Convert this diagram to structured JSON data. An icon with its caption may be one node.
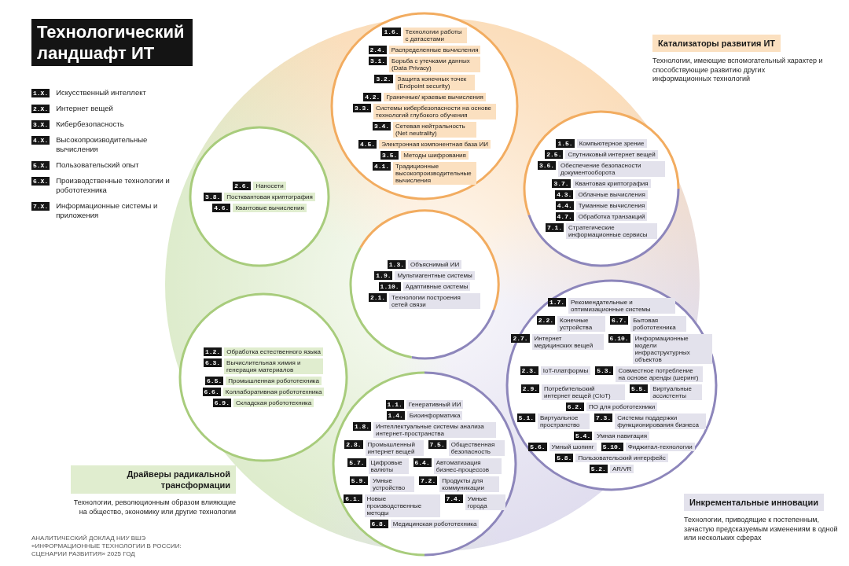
{
  "diagram": {
    "title": "Технологический ландшафт ИТ",
    "caption": "АНАЛИТИЧЕСКИЙ ДОКЛАД НИУ ВШЭ «ИНФОРМАЦИОННЫЕ ТЕХНОЛОГИИ В РОССИИ: СЦЕНАРИИ РАЗВИТИЯ» 2025 ГОД",
    "nodes": [
      {
        "text": [],
        "shape": "circle"
      },
      {
        "text": [
          "1.6.",
          "Технологии работы с датасетами"
        ],
        "in": 0
      },
      {
        "text": [
          "2.4.",
          "Распределенные вычисления"
        ],
        "in": 0
      },
      {
        "text": [
          "3.1.",
          "Борьба с утечками данных (Data Privacy)"
        ],
        "in": 0
      },
      {
        "text": [
          "3.2.",
          "Защита конечных точек (Endpoint security)"
        ],
        "in": 0
      },
      {
        "text": [
          "4.2.",
          "Граничные/ краевые вычисления"
        ],
        "in": 0
      },
      {
        "text": [
          "3.3.",
          "Системы кибербезопасности на основе технологий глубокого обучения"
        ],
        "in": 0
      },
      {
        "text": [
          "3.4.",
          "Сетевая нейтральность (Net neutrality)"
        ],
        "in": 0
      },
      {
        "text": [
          "4.5.",
          "Электронная компонентная база ИИ"
        ],
        "in": 0
      },
      {
        "text": [
          "3.5.",
          "Методы шифрования"
        ],
        "in": 0
      },
      {
        "text": [
          "4.1.",
          "Традиционные высокопроизводительные вычисления"
        ],
        "in": 0
      },
      {
        "text": [],
        "shape": "circle"
      },
      {
        "text": [
          "2.6.",
          "Наносети"
        ],
        "in": 11
      },
      {
        "text": [
          "3.8.",
          "Постквантовая криптография"
        ],
        "in": 11
      },
      {
        "text": [
          "4.6.",
          "Квантовые вычисления"
        ],
        "in": 11
      },
      {
        "text": [],
        "shape": "circle"
      },
      {
        "text": [
          "1.5.",
          "Компьютерное зрение"
        ],
        "in": 15
      },
      {
        "text": [
          "2.5.",
          "Спутниковый интернет вещей"
        ],
        "in": 15
      },
      {
        "text": [
          "3.6.",
          "Обеспечение безопасности документооборота"
        ],
        "in": 15
      },
      {
        "text": [
          "3.7.",
          "Квантовая криптография"
        ],
        "in": 15
      },
      {
        "text": [
          "4.3.",
          "Облачные вычисления"
        ],
        "in": 15
      },
      {
        "text": [
          "4.4.",
          "Туманные вычисления"
        ],
        "in": 15
      },
      {
        "text": [
          "4.7.",
          "Обработка транзакций"
        ],
        "in": 15
      },
      {
        "text": [
          "7.1.",
          "Стратегические информационные сервисы"
        ],
        "in": 15
      },
      {
        "text": [],
        "shape": "circle"
      },
      {
        "text": [
          "1.3.",
          "Объяснимый ИИ"
        ],
        "in": 24
      },
      {
        "text": [
          "1.9.",
          "Мультиагентные системы"
        ],
        "in": 24
      },
      {
        "text": [
          "1.10.",
          "Адаптивные системы"
        ],
        "in": 24
      },
      {
        "text": [
          "2.1.",
          "Технологии построения сетей связи"
        ],
        "in": 24
      },
      {
        "text": [],
        "shape": "circle"
      },
      {
        "text": [
          "1.2.",
          "Обработка естественного языка"
        ],
        "in": 29
      },
      {
        "text": [
          "6.3.",
          "Вычислительная химия и генерация материалов"
        ],
        "in": 29
      },
      {
        "text": [
          "6.5.",
          "Промышленная робототехника"
        ],
        "in": 29
      },
      {
        "text": [
          "6.6.",
          "Коллаборативная робототехника"
        ],
        "in": 29
      },
      {
        "text": [
          "6.9.",
          "Складская робототехника"
        ],
        "in": 29
      },
      {
        "text": [],
        "shape": "circle"
      },
      {
        "text": [
          "1.7.",
          "Рекомендательные и оптимизационные системы"
        ],
        "in": 35
      },
      {
        "text": [
          "2.2.",
          "Конечные устройства"
        ],
        "in": 35
      },
      {
        "text": [
          "6.7.",
          "Бытовая робототехника"
        ],
        "in": 35
      },
      {
        "text": [
          "2.7.",
          "Интернет медицинских вещей"
        ],
        "in": 35
      },
      {
        "text": [
          "6.10.",
          "Информационные модели инфраструктурных объектов"
        ],
        "in": 35
      },
      {
        "text": [
          "2.3.",
          "IoT-платформы"
        ],
        "in": 35
      },
      {
        "text": [
          "5.3.",
          "Совместное потребление на основе аренды (шеринг)"
        ],
        "in": 35
      },
      {
        "text": [
          "2.9.",
          "Потребительский интернет вещей (CIoT)"
        ],
        "in": 35
      },
      {
        "text": [
          "5.5.",
          "Виртуальные ассистенты"
        ],
        "in": 35
      },
      {
        "text": [
          "6.2.",
          "ПО для робототехники"
        ],
        "in": 35
      },
      {
        "text": [
          "5.1.",
          "Виртуальное пространство"
        ],
        "in": 35
      },
      {
        "text": [
          "7.3.",
          "Системы поддержки функционирования бизнеса"
        ],
        "in": 35
      },
      {
        "text": [
          "5.4.",
          "Умная навигация"
        ],
        "in": 35
      },
      {
        "text": [
          "5.6.",
          "Умный шопинг"
        ],
        "in": 35
      },
      {
        "text": [
          "5.10.",
          "Фиджитал-технологии"
        ],
        "in": 35
      },
      {
        "text": [
          "5.8.",
          "Пользовательский интерфейс"
        ],
        "in": 35
      },
      {
        "text": [
          "5.2.",
          "AR/VR"
        ],
        "in": 35
      },
      {
        "text": [],
        "shape": "circle"
      },
      {
        "text": [
          "1.1.",
          "Генеративный ИИ"
        ],
        "in": 53
      },
      {
        "text": [
          "1.4.",
          "Биоинформатика"
        ],
        "in": 53
      },
      {
        "text": [
          "1.8.",
          "Интеллектуальные системы анализа интернет-пространства"
        ],
        "in": 53
      },
      {
        "text": [
          "2.8.",
          "Промышленный интернет вещей"
        ],
        "in": 53
      },
      {
        "text": [
          "7.5.",
          "Общественная безопасность"
        ],
        "in": 53
      },
      {
        "text": [
          "5.7.",
          "Цифровые валюты"
        ],
        "in": 53
      },
      {
        "text": [
          "6.4.",
          "Автоматизация бизнес-процессов"
        ],
        "in": 53
      },
      {
        "text": [
          "5.9.",
          "Умные устройство"
        ],
        "in": 53
      },
      {
        "text": [
          "7.2.",
          "Продукты для коммуникации"
        ],
        "in": 53
      },
      {
        "text": [
          "6.1.",
          "Новые производственные методы"
        ],
        "in": 53
      },
      {
        "text": [
          "7.4.",
          "Умные города"
        ],
        "in": 53
      },
      {
        "text": [
          "6.8.",
          "Медицинская робототехника"
        ],
        "in": 53
      },
      {
        "text": [
          "Катализаторы развития ИТ"
        ],
        "beside": [
          "Технологии, имеющие вспомогательный характер и способствующие развитию других информационных технологий"
        ]
      },
      {
        "text": [
          "Драйверы радикальной трансформации"
        ],
        "beside": [
          "Технологии, революционным образом влияющие на общество, экономику или другие технологии"
        ]
      },
      {
        "text": [
          "Инкрементальные инновации"
        ],
        "beside": [
          "Технологии, приводящие к постепенным, зачастую предсказуемым изменениям в одной или нескольких сферах"
        ]
      }
    ],
    "labels": [
      "1.X.",
      "Искусственный интеллект",
      "2.X.",
      "Интернет вещей",
      "3.X.",
      "Кибербезопасность",
      "4.X.",
      "Высокопроизводительные вычисления",
      "5.X.",
      "Пользовательский опыт",
      "6.X.",
      "Производственные технологии и робототехника",
      "7.X.",
      "Информационные системы и приложения"
    ]
  }
}
